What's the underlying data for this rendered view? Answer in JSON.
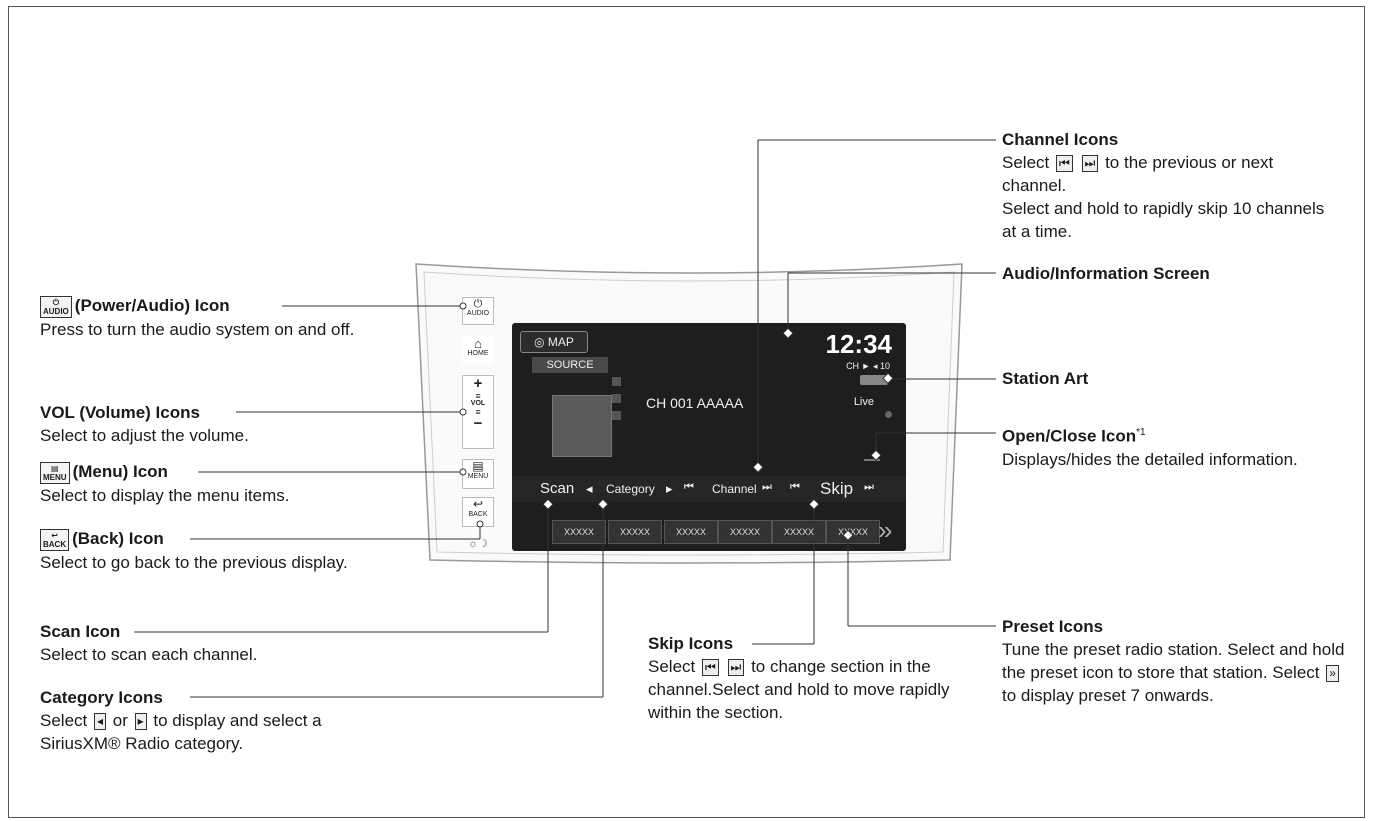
{
  "screen": {
    "map_label": "MAP",
    "source_label": "SOURCE",
    "clock": "12:34",
    "channel_status": "CH  ►  ◂ 10",
    "channel_display": "CH 001  AAAAA",
    "live_label": "Live",
    "controls": {
      "scan": "Scan",
      "category_prev": "◂",
      "category": "Category",
      "category_next": "▸",
      "channel_prev": "⏮",
      "channel": "Channel",
      "channel_next": "⏭",
      "skip_prev": "⏮",
      "skip": "Skip",
      "skip_next": "⏭"
    },
    "presets": [
      "XXXXX",
      "XXXXX",
      "XXXXX",
      "XXXXX",
      "XXXXX",
      "XXXXX"
    ],
    "preset_more": "»"
  },
  "side_buttons": {
    "audio": "AUDIO",
    "home": "HOME",
    "vol_plus": "+",
    "vol": "VOL",
    "vol_minus": "−",
    "menu": "MENU",
    "back": "BACK"
  },
  "callouts": {
    "power": {
      "icon": "AUDIO",
      "title": "(Power/Audio) Icon",
      "desc": "Press to turn the audio system on and off."
    },
    "volume": {
      "title": "VOL (Volume) Icons",
      "desc": "Select to adjust the volume."
    },
    "menu": {
      "icon": "MENU",
      "title": "(Menu) Icon",
      "desc": "Select to display the menu items."
    },
    "back": {
      "icon": "BACK",
      "title": "(Back) Icon",
      "desc": "Select to go back to the previous display."
    },
    "scan": {
      "title": "Scan Icon",
      "desc": "Select to scan each channel."
    },
    "category": {
      "title": "Category Icons",
      "desc_1": "Select",
      "desc_2": "or",
      "desc_3": "to display and select a SiriusXM® Radio category."
    },
    "skip": {
      "title": "Skip Icons",
      "desc_1": "Select",
      "desc_2": "to change section in the channel.Select and hold to move rapidly within the section."
    },
    "preset": {
      "title": "Preset Icons",
      "desc_1": "Tune the preset radio station. Select and hold the preset icon to store that station. Select",
      "desc_2": "to display preset 7 onwards."
    },
    "channel": {
      "title": "Channel Icons",
      "desc_1": "Select",
      "desc_2": "to the previous or next channel.",
      "desc_3": "Select and hold to rapidly skip 10 channels at a time."
    },
    "screen": {
      "title": "Audio/Information Screen"
    },
    "station_art": {
      "title": "Station Art"
    },
    "open_close": {
      "title": "Open/Close Icon",
      "sup": "*1",
      "desc": "Displays/hides the detailed information."
    }
  },
  "symbols": {
    "prev": "⏮",
    "next": "⏭",
    "cat_prev": "◂",
    "cat_next": "▸",
    "more": "»"
  }
}
